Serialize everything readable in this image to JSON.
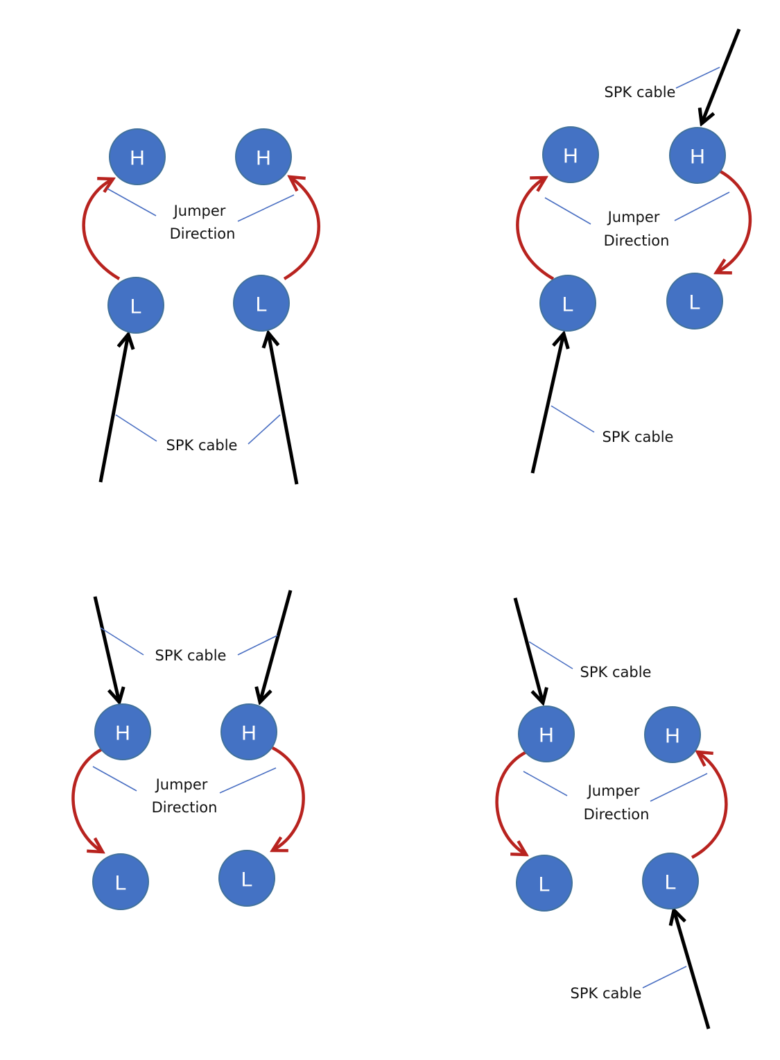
{
  "colors": {
    "terminal_fill": "#4472c4",
    "terminal_text": "#ffffff",
    "jumper": "#b8231f",
    "cable": "#000000",
    "leader_line": "#4a6fc2"
  },
  "terminal_labels": {
    "high": "H",
    "low": "L"
  },
  "labels": {
    "cable": "SPK cable",
    "jumper_line1": "Jumper",
    "jumper_line2": "Direction"
  },
  "diagrams": [
    {
      "id": "top-left"
    },
    {
      "id": "top-right"
    },
    {
      "id": "bottom-left"
    },
    {
      "id": "bottom-right"
    }
  ]
}
